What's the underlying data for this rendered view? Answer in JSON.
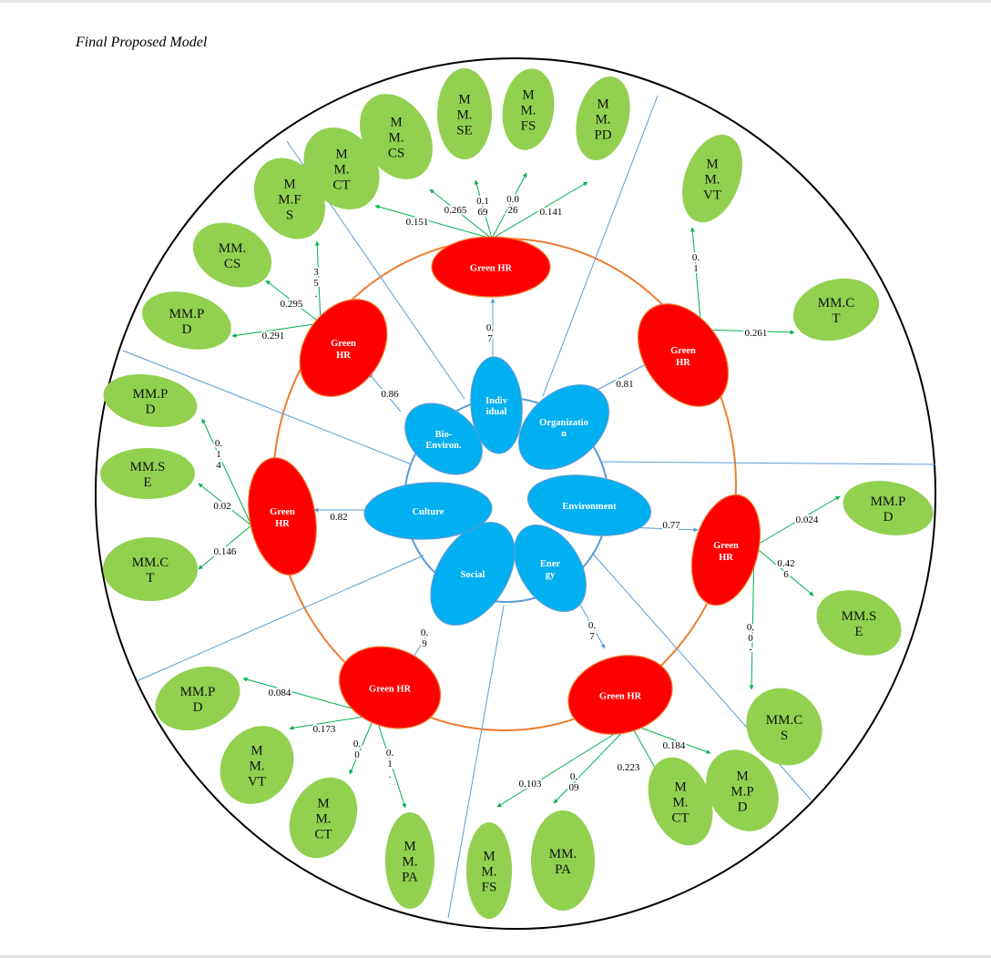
{
  "title": "Final Proposed Model",
  "colors": {
    "dimension": "#00b0f0",
    "green_hr": "#ff0000",
    "measure": "#92d050",
    "arrow": "#00b050",
    "path_arrow": "#5b9bd5",
    "ring": "#ed7d31"
  },
  "dimensions": [
    {
      "lines": [
        "Indiv",
        "idual"
      ]
    },
    {
      "lines": [
        "Organizatio",
        "n"
      ]
    },
    {
      "lines": [
        "Environment"
      ]
    },
    {
      "lines": [
        "Ener",
        "gy"
      ]
    },
    {
      "lines": [
        "Social"
      ]
    },
    {
      "lines": [
        "Culture"
      ]
    },
    {
      "lines": [
        "Bio-",
        "Environ."
      ]
    }
  ],
  "green_hr": [
    {
      "lines": [
        "Green HR"
      ]
    },
    {
      "lines": [
        "Green",
        "HR"
      ]
    },
    {
      "lines": [
        "Green",
        "HR"
      ]
    },
    {
      "lines": [
        "Green HR"
      ]
    },
    {
      "lines": [
        "Green HR"
      ]
    },
    {
      "lines": [
        "Green",
        "HR"
      ]
    },
    {
      "lines": [
        "Green",
        "HR"
      ]
    }
  ],
  "path_coefs": [
    [
      "0.",
      "7"
    ],
    [
      "0.81"
    ],
    [
      "0.77"
    ],
    [
      "0.",
      "7"
    ],
    [
      "0.",
      "9"
    ],
    [
      "0.82"
    ],
    [
      "0.86"
    ]
  ],
  "sectors": [
    {
      "measures": [
        [
          "M",
          "M.",
          "CT"
        ],
        [
          "M",
          "M.",
          "CS"
        ],
        [
          "M",
          "M.",
          "SE"
        ],
        [
          "M",
          "M.",
          "FS"
        ],
        [
          "M",
          "M.",
          "PD"
        ]
      ],
      "coefs": [
        [
          "0.151"
        ],
        [
          "0.265"
        ],
        [
          "0.1",
          "69"
        ],
        [
          "0.0",
          "26"
        ],
        [
          "0.141"
        ]
      ]
    },
    {
      "measures": [
        [
          "M",
          "M.",
          "VT"
        ],
        [
          "MM.C",
          "T"
        ]
      ],
      "coefs": [
        [
          "0.",
          "1"
        ],
        [
          "0.261"
        ]
      ]
    },
    {
      "measures": [
        [
          "MM.P",
          "D"
        ],
        [
          "MM.S",
          "E"
        ],
        [
          "MM.C",
          "S"
        ]
      ],
      "coefs": [
        [
          "0.024"
        ],
        [
          "0.42",
          "6"
        ],
        [
          "0.",
          "0",
          "-"
        ]
      ]
    },
    {
      "measures": [
        [
          "M",
          "M.",
          "FS"
        ],
        [
          "MM.",
          "PA"
        ],
        [
          "M",
          "M.",
          "CT"
        ],
        [
          "M",
          "M.P",
          "D"
        ]
      ],
      "coefs": [
        [
          "0.103"
        ],
        [
          "0.",
          "09"
        ],
        [
          "0.223"
        ],
        [
          "0.184"
        ]
      ]
    },
    {
      "measures": [
        [
          "MM.P",
          "D"
        ],
        [
          "M",
          "M.",
          "VT"
        ],
        [
          "M",
          "M.",
          "CT"
        ],
        [
          "M",
          "M.",
          "PA"
        ]
      ],
      "coefs": [
        [
          "0.084"
        ],
        [
          "0.173"
        ],
        [
          "0.",
          "0"
        ],
        [
          "0.",
          "1",
          "."
        ]
      ]
    },
    {
      "measures": [
        [
          "MM.P",
          "D"
        ],
        [
          "MM.S",
          "E"
        ],
        [
          "MM.C",
          "T"
        ]
      ],
      "coefs": [
        [
          "0.",
          "1",
          "4"
        ],
        [
          "0.02"
        ],
        [
          "0.146"
        ]
      ]
    },
    {
      "measures": [
        [
          "M",
          "M.F",
          "S"
        ],
        [
          "MM.",
          "CS"
        ],
        [
          "MM.P",
          "D"
        ]
      ],
      "coefs": [
        [
          "3",
          "5",
          "."
        ],
        [
          "0.295"
        ],
        [
          "0.291"
        ]
      ]
    }
  ]
}
